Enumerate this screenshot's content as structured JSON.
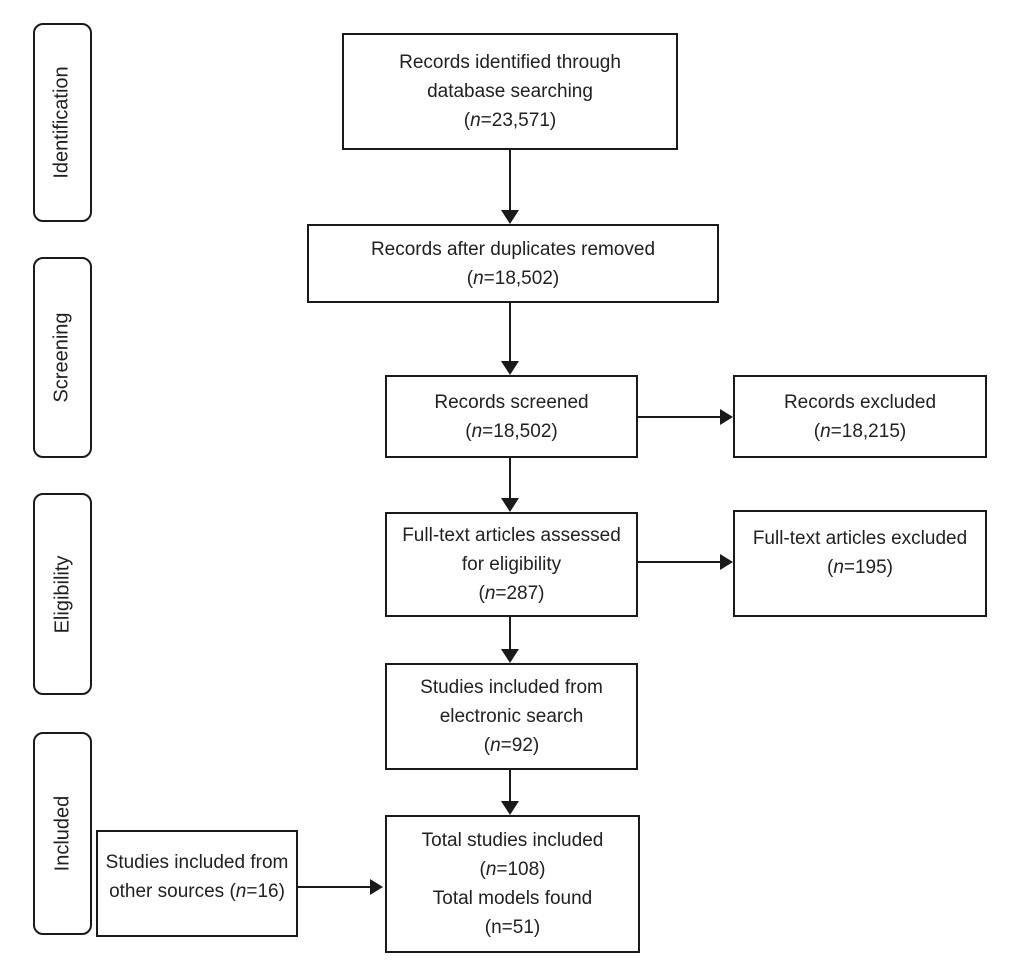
{
  "stages": {
    "identification": "Identification",
    "screening": "Screening",
    "eligibility": "Eligibility",
    "included": "Included"
  },
  "boxes": {
    "identified": {
      "line1": "Records identified through",
      "line2": "database searching",
      "count_open": "(",
      "count_n": "n",
      "count_rest": "=23,571)"
    },
    "duplicates_removed": {
      "line1": "Records after duplicates removed",
      "count_open": "(",
      "count_n": "n",
      "count_rest": "=18,502)"
    },
    "screened": {
      "line1": "Records screened",
      "count_open": "(",
      "count_n": "n",
      "count_rest": "=18,502)"
    },
    "records_excluded": {
      "line1": "Records excluded",
      "count_open": "(",
      "count_n": "n",
      "count_rest": "=18,215)"
    },
    "fulltext_assessed": {
      "line1": "Full-text articles assessed",
      "line2": "for eligibility",
      "count_open": "(",
      "count_n": "n",
      "count_rest": "=287)"
    },
    "fulltext_excluded": {
      "line1": "Full-text articles excluded",
      "count_open": "(",
      "count_n": "n",
      "count_rest": "=195)"
    },
    "electronic_included": {
      "line1": "Studies included from",
      "line2": "electronic search",
      "count_open": "(",
      "count_n": "n",
      "count_rest": "=92)"
    },
    "other_sources": {
      "line1": "Studies included from",
      "line2_pre": "other sources (",
      "line2_n": "n",
      "line2_rest": "=16)"
    },
    "total": {
      "line1": "Total studies included",
      "count1_open": "(",
      "count1_n": "n",
      "count1_rest": "=108)",
      "line3": "Total models found",
      "count2": "(n=51)"
    }
  }
}
